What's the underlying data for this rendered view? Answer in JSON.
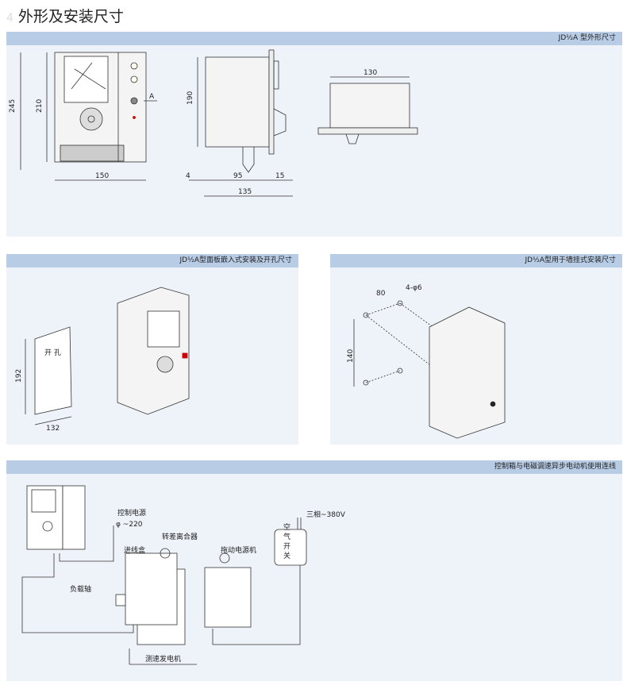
{
  "page": {
    "section_number": "4",
    "title": "外形及安装尺寸"
  },
  "sections": [
    {
      "heading": "JD½A 型外形尺寸",
      "dims": {
        "h245": "245",
        "h210": "210",
        "w150": "150",
        "arrow": "A",
        "h190": "190",
        "d4": "4",
        "d95": "95",
        "d15": "15",
        "d135": "135",
        "top130": "130"
      }
    },
    {
      "heading": "JD½A型面板嵌入式安装及开孔尺寸",
      "dims": {
        "cutout": "开  孔",
        "h192": "192",
        "w132": "132"
      }
    },
    {
      "heading": "JD½A型用于墙挂式安装尺寸",
      "dims": {
        "w80": "80",
        "holes": "4-φ6",
        "h140": "140"
      }
    },
    {
      "heading": "控制箱与电磁调速异步电动机使用连线",
      "labels": {
        "control_power": "控制电源",
        "voltage220": "φ ~220",
        "clutch": "转差离合器",
        "junction": "进线盒",
        "drive_motor": "拖动电源机",
        "three_phase": "三相~380V",
        "breaker1": "空",
        "breaker2": "气",
        "breaker3": "开",
        "breaker4": "关",
        "load_shaft": "负载轴",
        "tacho": "测速发电机"
      }
    }
  ]
}
